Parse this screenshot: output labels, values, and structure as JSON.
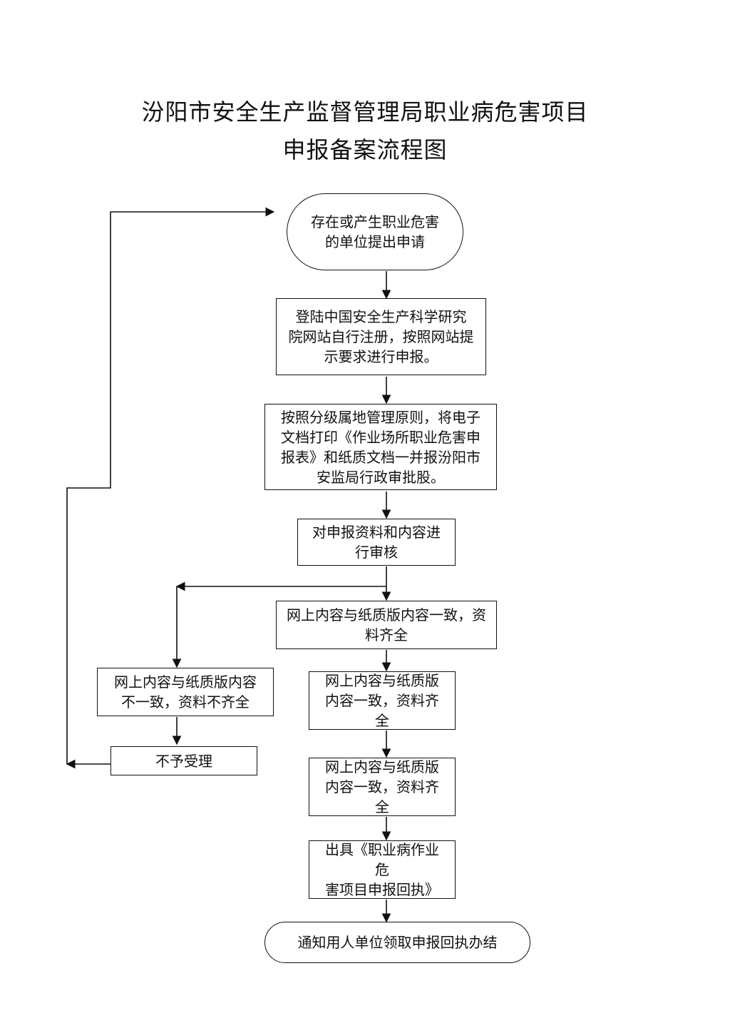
{
  "title": {
    "line1": "汾阳市安全生产监督管理局职业病危害项目",
    "line2": "申报备案流程图"
  },
  "nodes": {
    "start": "存在或产生职业危害\n的单位提出申请",
    "register": "登陆中国安全生产科学研究\n院网站自行注册，按照网站提\n示要求进行申报。",
    "print": "按照分级属地管理原则，将电子\n文档打印《作业场所职业危害申\n报表》和纸质文档一并报汾阳市\n安监局行政审批股。",
    "review": "对申报资料和内容进\n行审核",
    "consistent_1": "网上内容与纸质版内容一致，资\n料齐全",
    "consistent_2": "网上内容与纸质版\n内容一致，资料齐全",
    "consistent_3": "网上内容与纸质版\n内容一致，资料齐全",
    "issue": "出具《职业病作业危\n害项目申报回执》",
    "end": "通知用人单位领取申报回执办结",
    "inconsistent": "网上内容与纸质版内容\n不一致，资料不齐全",
    "reject": "不予受理"
  }
}
